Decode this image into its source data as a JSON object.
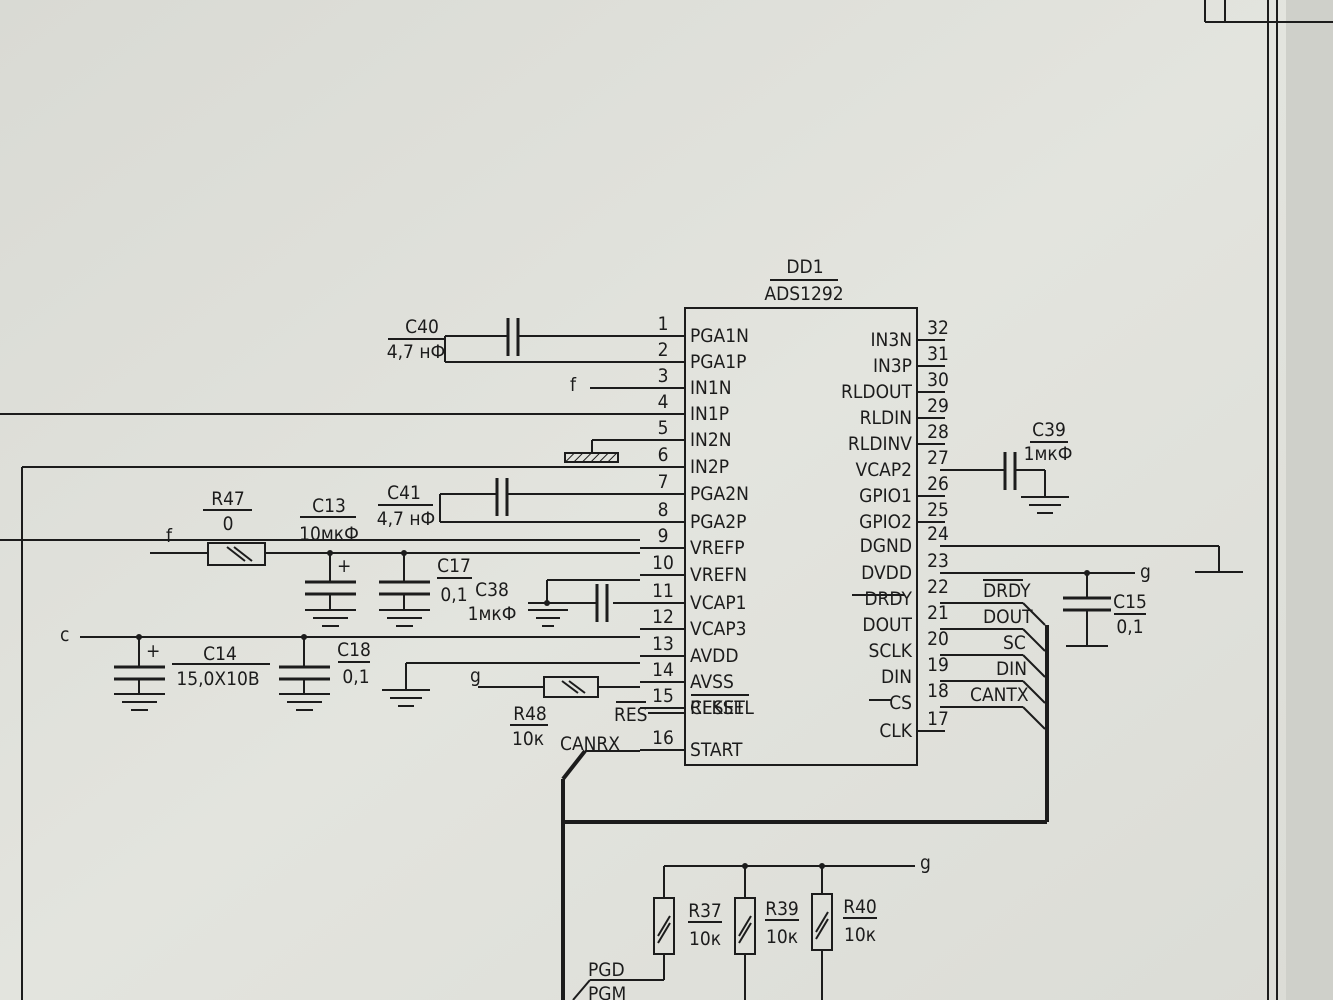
{
  "chip": {
    "ref": "DD1",
    "part": "ADS1292",
    "left_pins": [
      {
        "num": "1",
        "name": "PGA1N"
      },
      {
        "num": "2",
        "name": "PGA1P"
      },
      {
        "num": "3",
        "name": "IN1N"
      },
      {
        "num": "4",
        "name": "IN1P"
      },
      {
        "num": "5",
        "name": "IN2N"
      },
      {
        "num": "6",
        "name": "IN2P"
      },
      {
        "num": "7",
        "name": "PGA2N"
      },
      {
        "num": "8",
        "name": "PGA2P"
      },
      {
        "num": "9",
        "name": "VREFP"
      },
      {
        "num": "10",
        "name": "VREFN"
      },
      {
        "num": "11",
        "name": "VCAP1"
      },
      {
        "num": "12",
        "name": "VCAP3"
      },
      {
        "num": "13",
        "name": "AVDD"
      },
      {
        "num": "14",
        "name": "AVSS"
      },
      {
        "num": "15",
        "name": "CLKSEL"
      },
      {
        "num": "16",
        "name": "RESET"
      },
      {
        "num": "16",
        "name": "START"
      }
    ],
    "right_pins": [
      {
        "num": "32",
        "name": "IN3N"
      },
      {
        "num": "31",
        "name": "IN3P"
      },
      {
        "num": "30",
        "name": "RLDOUT"
      },
      {
        "num": "29",
        "name": "RLDIN"
      },
      {
        "num": "28",
        "name": "RLDINV"
      },
      {
        "num": "27",
        "name": "VCAP2"
      },
      {
        "num": "26",
        "name": "GPIO1"
      },
      {
        "num": "25",
        "name": "GPIO2"
      },
      {
        "num": "24",
        "name": "DGND"
      },
      {
        "num": "23",
        "name": "DVDD"
      },
      {
        "num": "22",
        "name": "DRDY"
      },
      {
        "num": "21",
        "name": "DOUT"
      },
      {
        "num": "20",
        "name": "SCLK"
      },
      {
        "num": "19",
        "name": "DIN"
      },
      {
        "num": "18",
        "name": "CS"
      },
      {
        "num": "17",
        "name": "CLK"
      }
    ]
  },
  "components": {
    "c40": {
      "ref": "C40",
      "value": "4,7 нФ"
    },
    "c41": {
      "ref": "C41",
      "value": "4,7 нФ"
    },
    "c39": {
      "ref": "C39",
      "value": "1мкФ"
    },
    "r47": {
      "ref": "R47",
      "value": "0"
    },
    "c13": {
      "ref": "C13",
      "value": "10мкФ"
    },
    "c17": {
      "ref": "C17",
      "value": "0,1"
    },
    "c38": {
      "ref": "C38",
      "value": "1мкФ"
    },
    "c14": {
      "ref": "C14",
      "value": "15,0X10В"
    },
    "c18": {
      "ref": "C18",
      "value": "0,1"
    },
    "c15": {
      "ref": "C15",
      "value": "0,1"
    },
    "r48": {
      "ref": "R48",
      "value": "10к"
    },
    "r37": {
      "ref": "R37",
      "value": "10к"
    },
    "r39": {
      "ref": "R39",
      "value": "10к"
    },
    "r40": {
      "ref": "R40",
      "value": "10к"
    }
  },
  "nets": {
    "f_in1n": "f",
    "f_r47": "f",
    "c_left": "c",
    "g_clksel": "g",
    "g_dvdd": "g",
    "g_bottom": "g",
    "res": "RES",
    "canrx": "CANRX",
    "bus": [
      "DRDY",
      "DOUT",
      "SC",
      "DIN",
      "CANTX"
    ],
    "pgd": "PGD",
    "pgm": "PGM"
  }
}
